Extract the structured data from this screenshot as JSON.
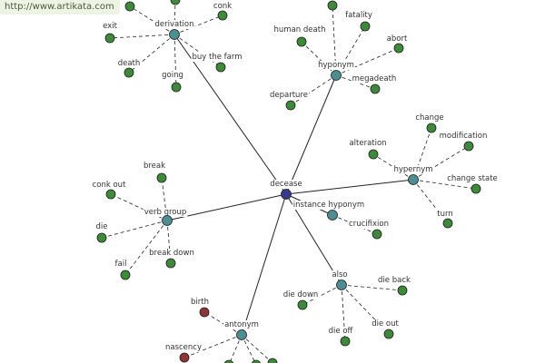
{
  "watermark": "http://www.artikata.com",
  "colors": {
    "center_node": "#3a3a8c",
    "hub_node": "#4d8e93",
    "leaf_node": "#3f8a3a",
    "antonym_leaf": "#8e3535",
    "edge": "#222222"
  },
  "center": {
    "label": "decease"
  },
  "hubs": [
    {
      "id": "derivation",
      "label": "derivation",
      "leaves": [
        {
          "label": "conk"
        },
        {
          "label": "exit"
        },
        {
          "label": "death"
        },
        {
          "label": "going"
        },
        {
          "label": "buy the farm"
        },
        {
          "label": ""
        },
        {
          "label": ""
        }
      ]
    },
    {
      "id": "hyponym",
      "label": "hyponym",
      "leaves": [
        {
          "label": ""
        },
        {
          "label": "fatality"
        },
        {
          "label": "human death"
        },
        {
          "label": "abort"
        },
        {
          "label": "megadeath"
        },
        {
          "label": "departure"
        }
      ]
    },
    {
      "id": "hypernym",
      "label": "hypernym",
      "leaves": [
        {
          "label": "change"
        },
        {
          "label": "modification"
        },
        {
          "label": "alteration"
        },
        {
          "label": "change state"
        },
        {
          "label": "turn"
        }
      ]
    },
    {
      "id": "instance-hyponym",
      "label": "instance hyponym",
      "leaves": [
        {
          "label": "crucifixion"
        }
      ]
    },
    {
      "id": "verb-group",
      "label": "verb group",
      "leaves": [
        {
          "label": "break"
        },
        {
          "label": "conk out"
        },
        {
          "label": "die"
        },
        {
          "label": "fail"
        },
        {
          "label": "break down"
        }
      ]
    },
    {
      "id": "also",
      "label": "also",
      "leaves": [
        {
          "label": "die back"
        },
        {
          "label": "die down"
        },
        {
          "label": "die off"
        },
        {
          "label": "die out"
        }
      ]
    },
    {
      "id": "antonym",
      "label": "antonym",
      "leaves": [
        {
          "label": "birth",
          "kind": "antonym"
        },
        {
          "label": "nascency",
          "kind": "antonym"
        },
        {
          "label": ""
        },
        {
          "label": ""
        },
        {
          "label": ""
        }
      ]
    }
  ]
}
